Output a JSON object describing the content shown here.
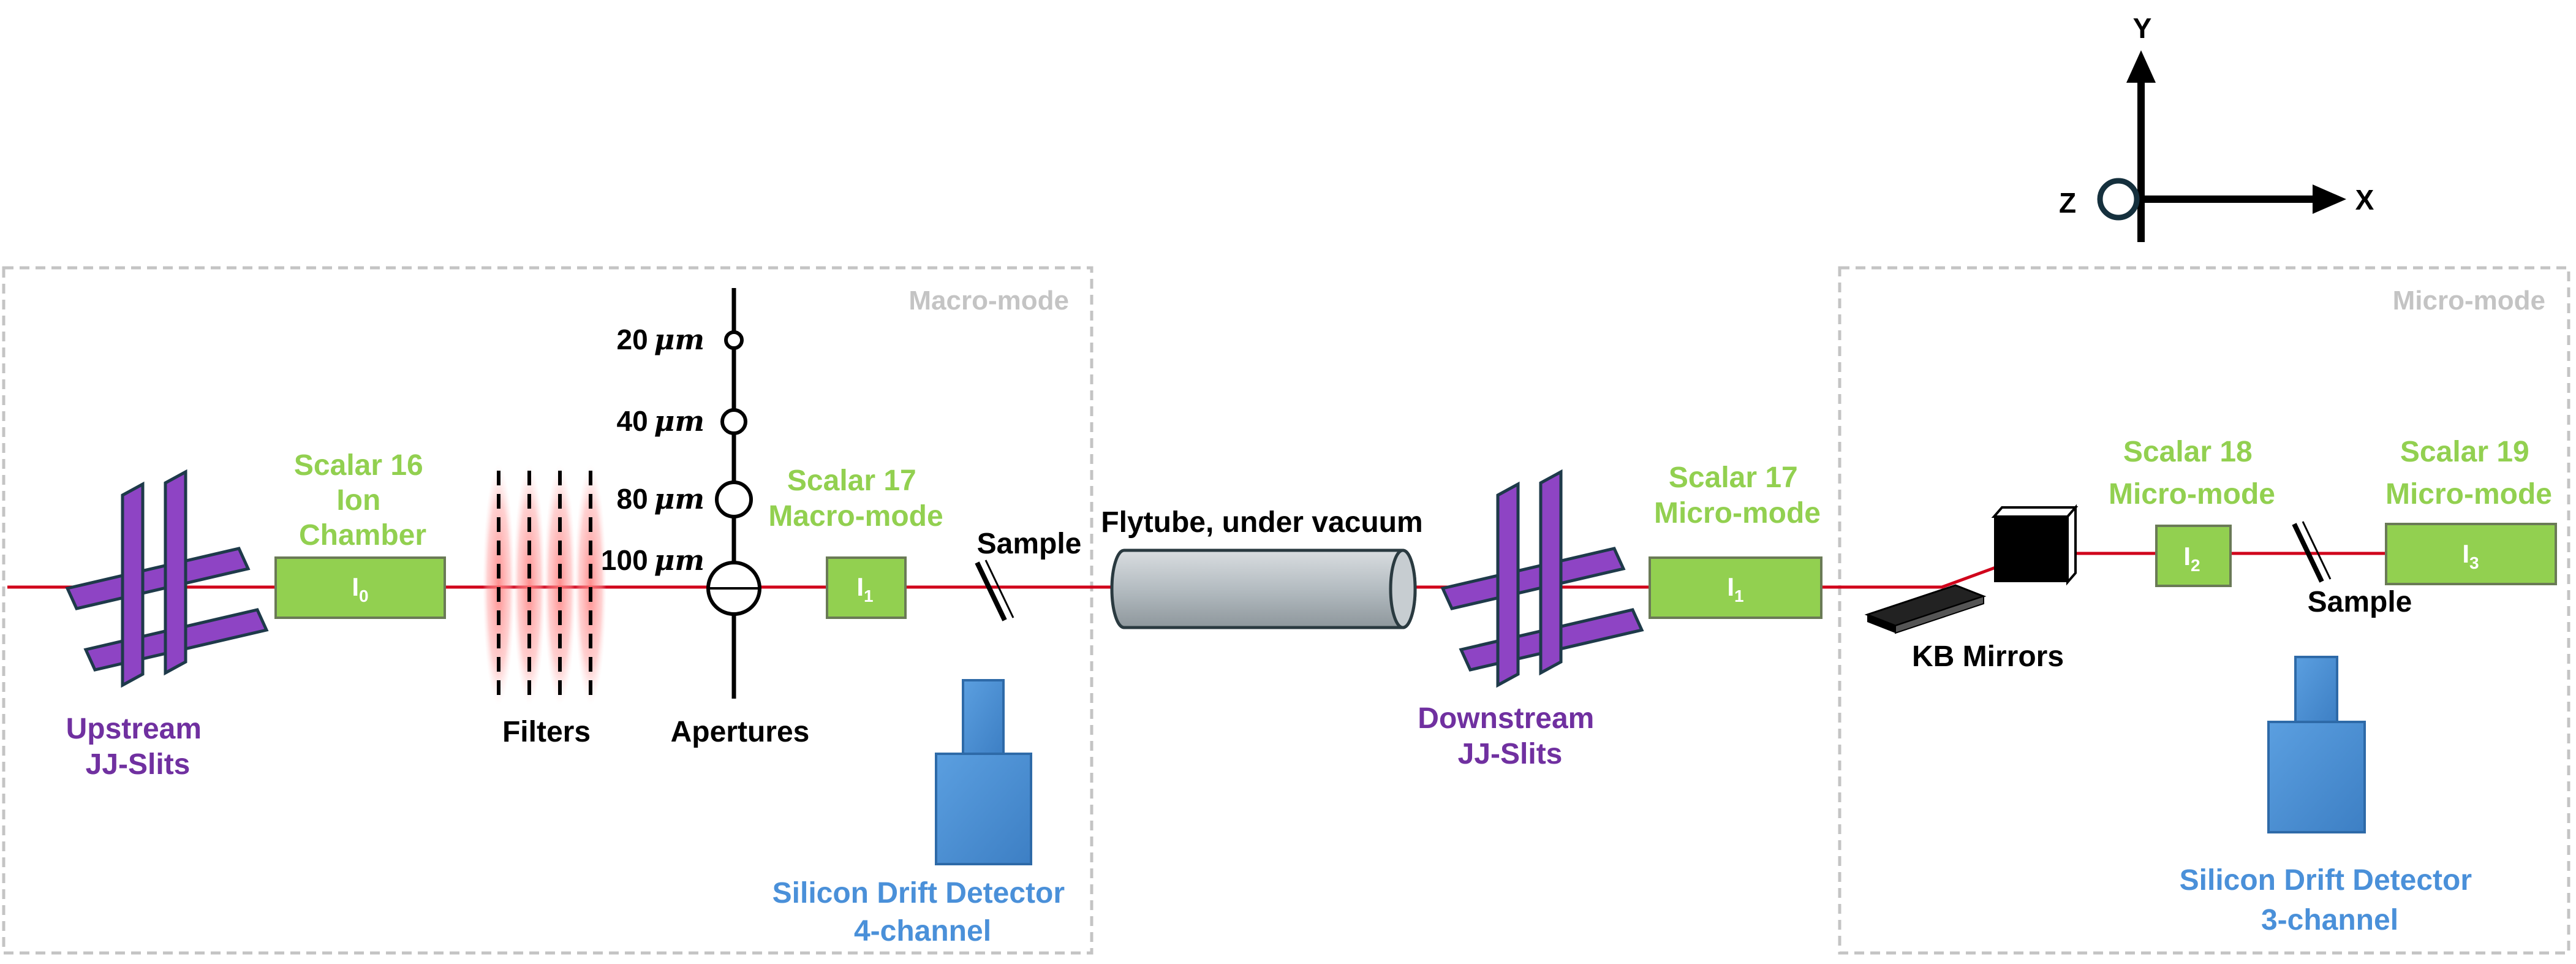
{
  "modes": {
    "macro": "Macro-mode",
    "micro": "Micro-mode"
  },
  "axes": {
    "x": "X",
    "y": "Y",
    "z": "Z"
  },
  "components": {
    "upstream_slits": [
      "Upstream",
      "JJ-Slits"
    ],
    "scalar16": [
      "Scalar 16",
      "Ion",
      "Chamber"
    ],
    "i0": {
      "main": "I",
      "sub": "0"
    },
    "filters": "Filters",
    "apertures": {
      "label": "Apertures",
      "sizes": [
        {
          "num": "20",
          "unit": "μm"
        },
        {
          "num": "40",
          "unit": "μm"
        },
        {
          "num": "80",
          "unit": "μm"
        },
        {
          "num": "100",
          "unit": "μm"
        }
      ]
    },
    "scalar17_macro": [
      "Scalar 17",
      "Macro-mode"
    ],
    "i1_macro": {
      "main": "I",
      "sub": "1"
    },
    "sample_macro": "Sample",
    "sdd4": [
      "Silicon Drift Detector",
      "4-channel"
    ],
    "flytube": "Flytube, under vacuum",
    "downstream_slits": [
      "Downstream",
      "JJ-Slits"
    ],
    "scalar17_micro": [
      "Scalar 17",
      "Micro-mode"
    ],
    "i1_micro": {
      "main": "I",
      "sub": "1"
    },
    "kb": "KB Mirrors",
    "scalar18": [
      "Scalar 18",
      "Micro-mode"
    ],
    "i2": {
      "main": "I",
      "sub": "2"
    },
    "sample_micro": "Sample",
    "scalar19": [
      "Scalar 19",
      "Micro-mode"
    ],
    "i3": {
      "main": "I",
      "sub": "3"
    },
    "sdd3": [
      "Silicon Drift Detector",
      "3-channel"
    ]
  },
  "colors": {
    "beam": "#d0021b",
    "ion_chamber": "#92d050",
    "slits": "#8e44c4",
    "detector": "#4a90d9",
    "label_green": "#92d050",
    "label_purple": "#7030a0",
    "label_blue": "#4a90d9",
    "mode_box": "#c4c4c4"
  }
}
